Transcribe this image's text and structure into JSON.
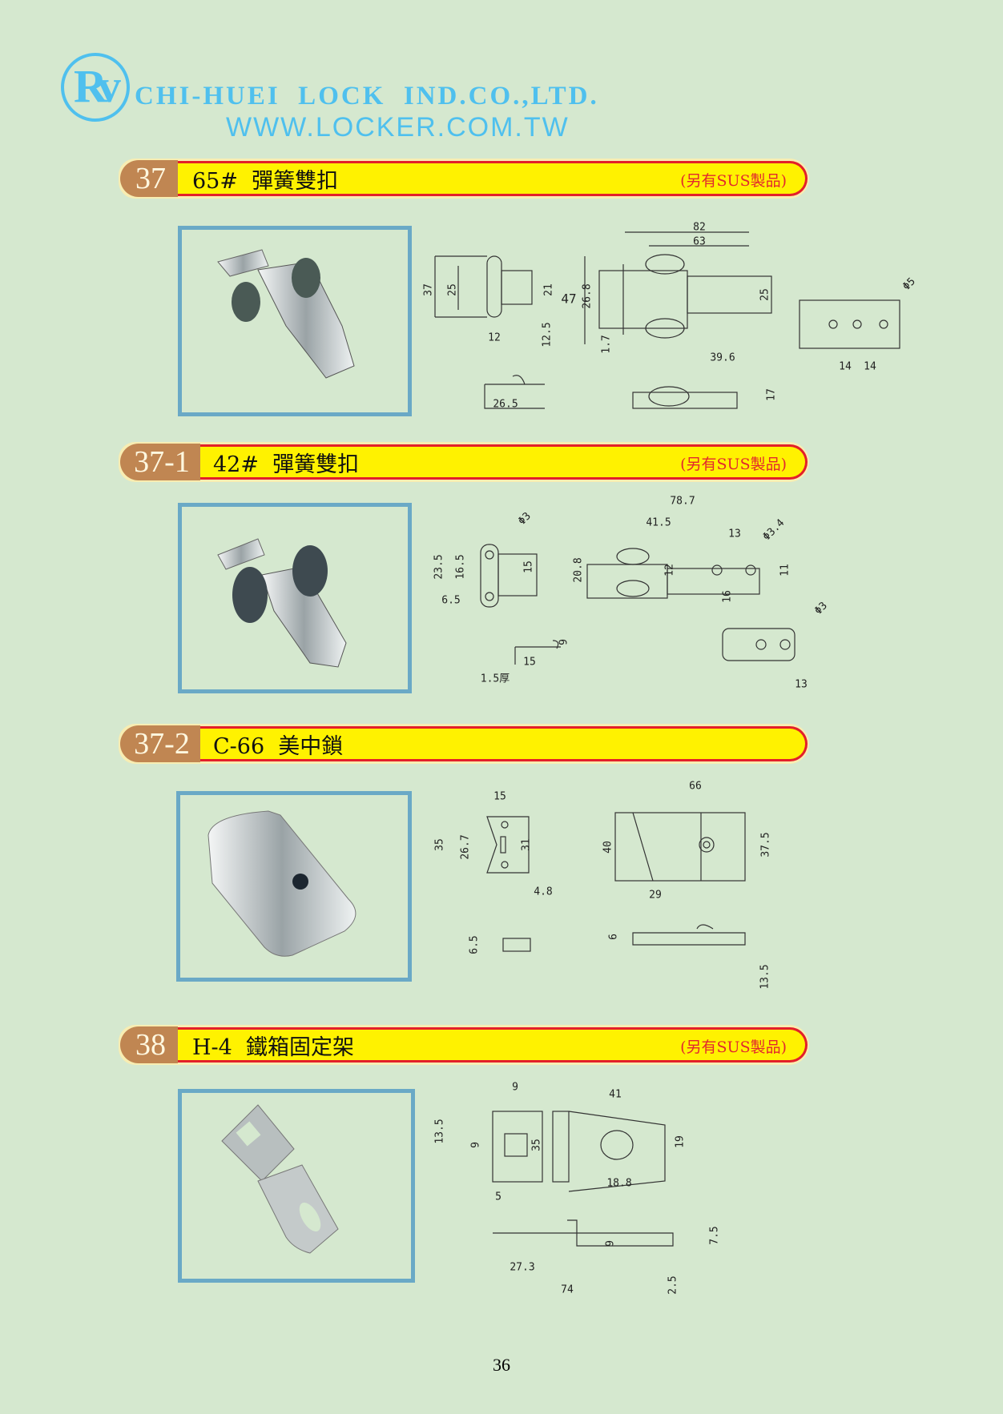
{
  "header": {
    "logo_text": "Rv",
    "company": "CHI-HUEI  LOCK  IND.CO.,LTD.",
    "url": "WWW.LOCKER.COM.TW"
  },
  "sections": [
    {
      "badge": "37",
      "title": "65#  彈簧雙扣",
      "note": "(另有SUS製品)",
      "dims": [
        "82",
        "63",
        "37",
        "25",
        "21",
        "47",
        "26.8",
        "25",
        "1.7",
        "12",
        "12.5",
        "26.5",
        "39.6",
        "17",
        "Φ5",
        "14",
        "14"
      ]
    },
    {
      "badge": "37-1",
      "title": "42#  彈簧雙扣",
      "note": "(另有SUS製品)",
      "dims": [
        "78.7",
        "41.5",
        "13",
        "Φ3.4",
        "Φ3",
        "23.5",
        "16.5",
        "15",
        "6.5",
        "20.8",
        "12",
        "11",
        "16",
        "9",
        "15",
        "1.5厚",
        "Φ3",
        "13"
      ]
    },
    {
      "badge": "37-2",
      "title": "C-66  美中鎖",
      "dims": [
        "15",
        "66",
        "35",
        "26.7",
        "31",
        "40",
        "37.5",
        "4.8",
        "29",
        "6.5",
        "6",
        "13.5"
      ]
    },
    {
      "badge": "38",
      "title": "H-4  鐵箱固定架",
      "note": "(另有SUS製品)",
      "dims": [
        "9",
        "41",
        "13.5",
        "9",
        "35",
        "19",
        "18.8",
        "5",
        "7.5",
        "9",
        "27.3",
        "74",
        "2.5"
      ]
    }
  ],
  "page_number": "36"
}
